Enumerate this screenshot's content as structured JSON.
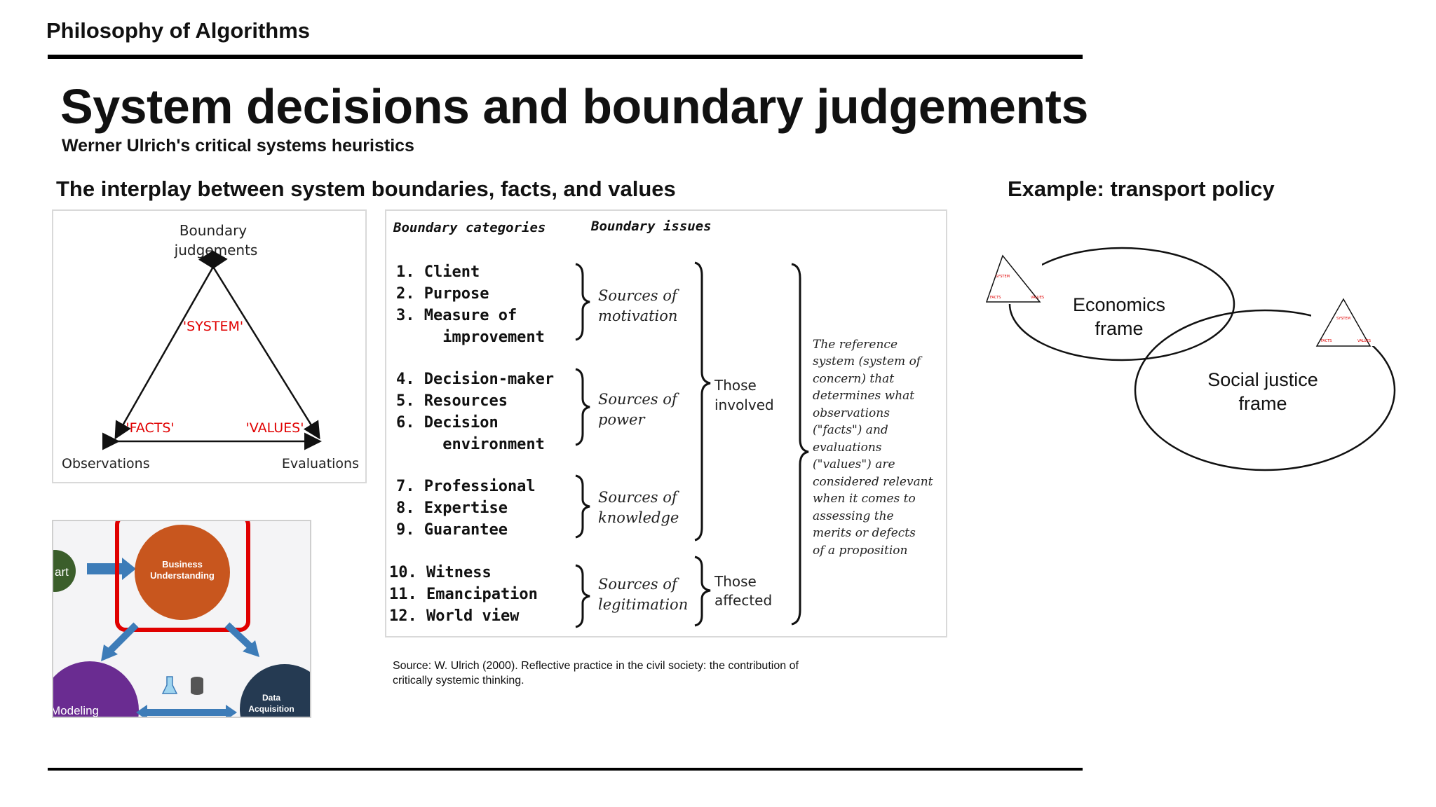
{
  "header": {
    "course": "Philosophy of Algorithms",
    "title": "System decisions and boundary judgements",
    "subtitle": "Werner Ulrich's critical systems heuristics"
  },
  "left": {
    "heading": "The interplay between system boundaries, facts, and values",
    "triangle": {
      "top_label_1": "Boundary",
      "top_label_2": "judgements",
      "system": "'SYSTEM'",
      "facts": "'FACTS'",
      "values": "'VALUES'",
      "bottom_left": "Observations",
      "bottom_right": "Evaluations"
    },
    "crisp": {
      "business": "Business Understanding",
      "start": "art",
      "modeling": "Modeling",
      "data": "Data Acquisition"
    }
  },
  "table": {
    "col1_header": "Boundary categories",
    "col2_header": "Boundary issues",
    "groups": [
      {
        "items": [
          "1.  Client",
          "2.  Purpose",
          "3.  Measure of",
          "     improvement"
        ],
        "issue": [
          "Sources of",
          "motivation"
        ]
      },
      {
        "items": [
          "4.  Decision-maker",
          "5.  Resources",
          "6.  Decision",
          "     environment"
        ],
        "issue": [
          "Sources of",
          "power"
        ]
      },
      {
        "items": [
          "7.  Professional",
          "8.  Expertise",
          "9.  Guarantee"
        ],
        "issue": [
          "Sources of",
          "knowledge"
        ]
      },
      {
        "items": [
          "10. Witness",
          "11. Emancipation",
          "12. World view"
        ],
        "issue": [
          "Sources of",
          "legitimation"
        ]
      }
    ],
    "involved": [
      "Those",
      "involved"
    ],
    "affected": [
      "Those",
      "affected"
    ],
    "reference": [
      "The reference",
      "system (system of",
      "concern) that",
      "determines what",
      "observations",
      "(\"facts\") and",
      "evaluations",
      "(\"values\") are",
      "considered relevant",
      "when it comes to",
      "assessing the",
      "merits or defects",
      "of a proposition"
    ]
  },
  "source": {
    "line1": "Source: W. Ulrich (2000). Reflective practice in the civil society: the contribution of",
    "line2": "critically systemic thinking."
  },
  "example": {
    "heading": "Example: transport policy",
    "frame1": [
      "Economics",
      "frame"
    ],
    "frame2": [
      "Social justice",
      "frame"
    ],
    "mini_system": "SYSTEM",
    "mini_facts": "FACTS",
    "mini_values": "VALUES"
  },
  "colors": {
    "accent_red": "#e00000",
    "business": "#c8561e",
    "arrow_blue": "#3d7cb8",
    "modeling": "#6a2c91",
    "data": "#253a52",
    "start": "#3b5e2b"
  }
}
